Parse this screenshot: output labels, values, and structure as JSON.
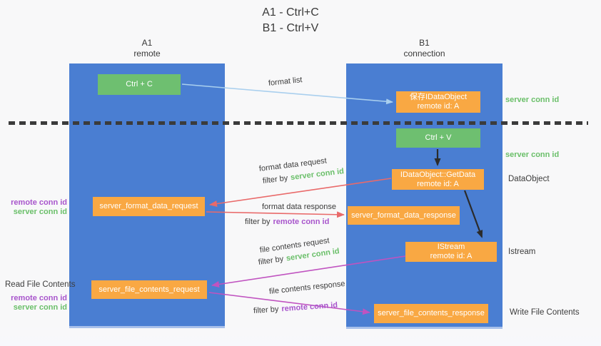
{
  "title": {
    "line1": "A1 - Ctrl+C",
    "line2": "B1 - Ctrl+V"
  },
  "lanes": {
    "left": {
      "id": "A1",
      "role": "remote"
    },
    "right": {
      "id": "B1",
      "role": "connection"
    }
  },
  "nodes": {
    "ctrl_c": "Ctrl + C",
    "ctrl_v": "Ctrl + V",
    "save_dataobject": {
      "line1": "保存IDataObject",
      "line2": "remote id: A"
    },
    "getdata": {
      "line1": "IDataObject::GetData",
      "line2": "remote id: A"
    },
    "istream": {
      "line1": "IStream",
      "line2": "remote id: A"
    },
    "server_format_data_request": "server_format_data_request",
    "server_format_data_response": "server_format_data_response",
    "server_file_contents_request": "server_file_contents_request",
    "server_file_contents_response": "server_file_contents_response"
  },
  "edges": {
    "format_list": "format list",
    "format_data_request": "format data request",
    "format_data_response": "format data response",
    "file_contents_request": "file contents request",
    "file_contents_response": "file contents response",
    "filter_by": "filter by",
    "server_conn_id": "server conn id",
    "remote_conn_id": "remote conn id"
  },
  "annotations": {
    "server_conn_id_top": "server conn id",
    "server_conn_id_mid": "server conn id",
    "dataobject": "DataObject",
    "istream": "Istream",
    "write_file_contents": "Write File Contents",
    "read_file_contents": "Read File Contents",
    "remote_conn_id_upper": "remote conn id",
    "server_conn_id_upper": "server conn id",
    "remote_conn_id_lower": "remote conn id",
    "server_conn_id_lower": "server conn id"
  },
  "colors": {
    "lane_blue": "#4a7ed2",
    "green_box": "#6ebf70",
    "orange_box": "#f9a843",
    "arrow_blue": "#a9cfee",
    "arrow_red": "#e96a6a",
    "arrow_purple": "#c053c0",
    "arrow_black": "#2b2b2b",
    "text_green": "#6abf69",
    "text_purple": "#a855cc"
  }
}
